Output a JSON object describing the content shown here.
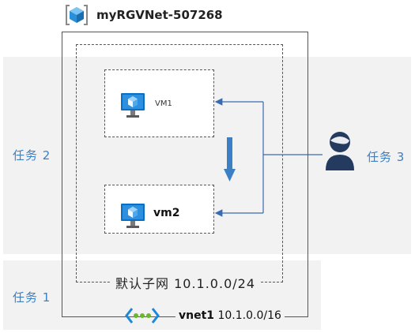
{
  "resource_group": {
    "name": "myRGVNet-507268",
    "icon": "resource-group-icon"
  },
  "tasks": {
    "task1": "任务 1",
    "task2": "任务 2",
    "task3": "任务 3"
  },
  "vms": [
    {
      "name": "VM1",
      "icon": "virtual-machine-icon"
    },
    {
      "name": "vm2",
      "icon": "virtual-machine-icon"
    }
  ],
  "subnet": {
    "label": "默认子网 10.1.0.0/24"
  },
  "vnet": {
    "name": "vnet1",
    "address": "10.1.0.0/16",
    "icon": "virtual-network-icon"
  },
  "user": {
    "icon": "user-icon"
  },
  "colors": {
    "task_text": "#3b7fc4",
    "panel_bg": "#f2f2f2",
    "icon_blue": "#0078d4",
    "user_navy": "#243a5e",
    "arrow_blue": "#3b7fc4"
  }
}
